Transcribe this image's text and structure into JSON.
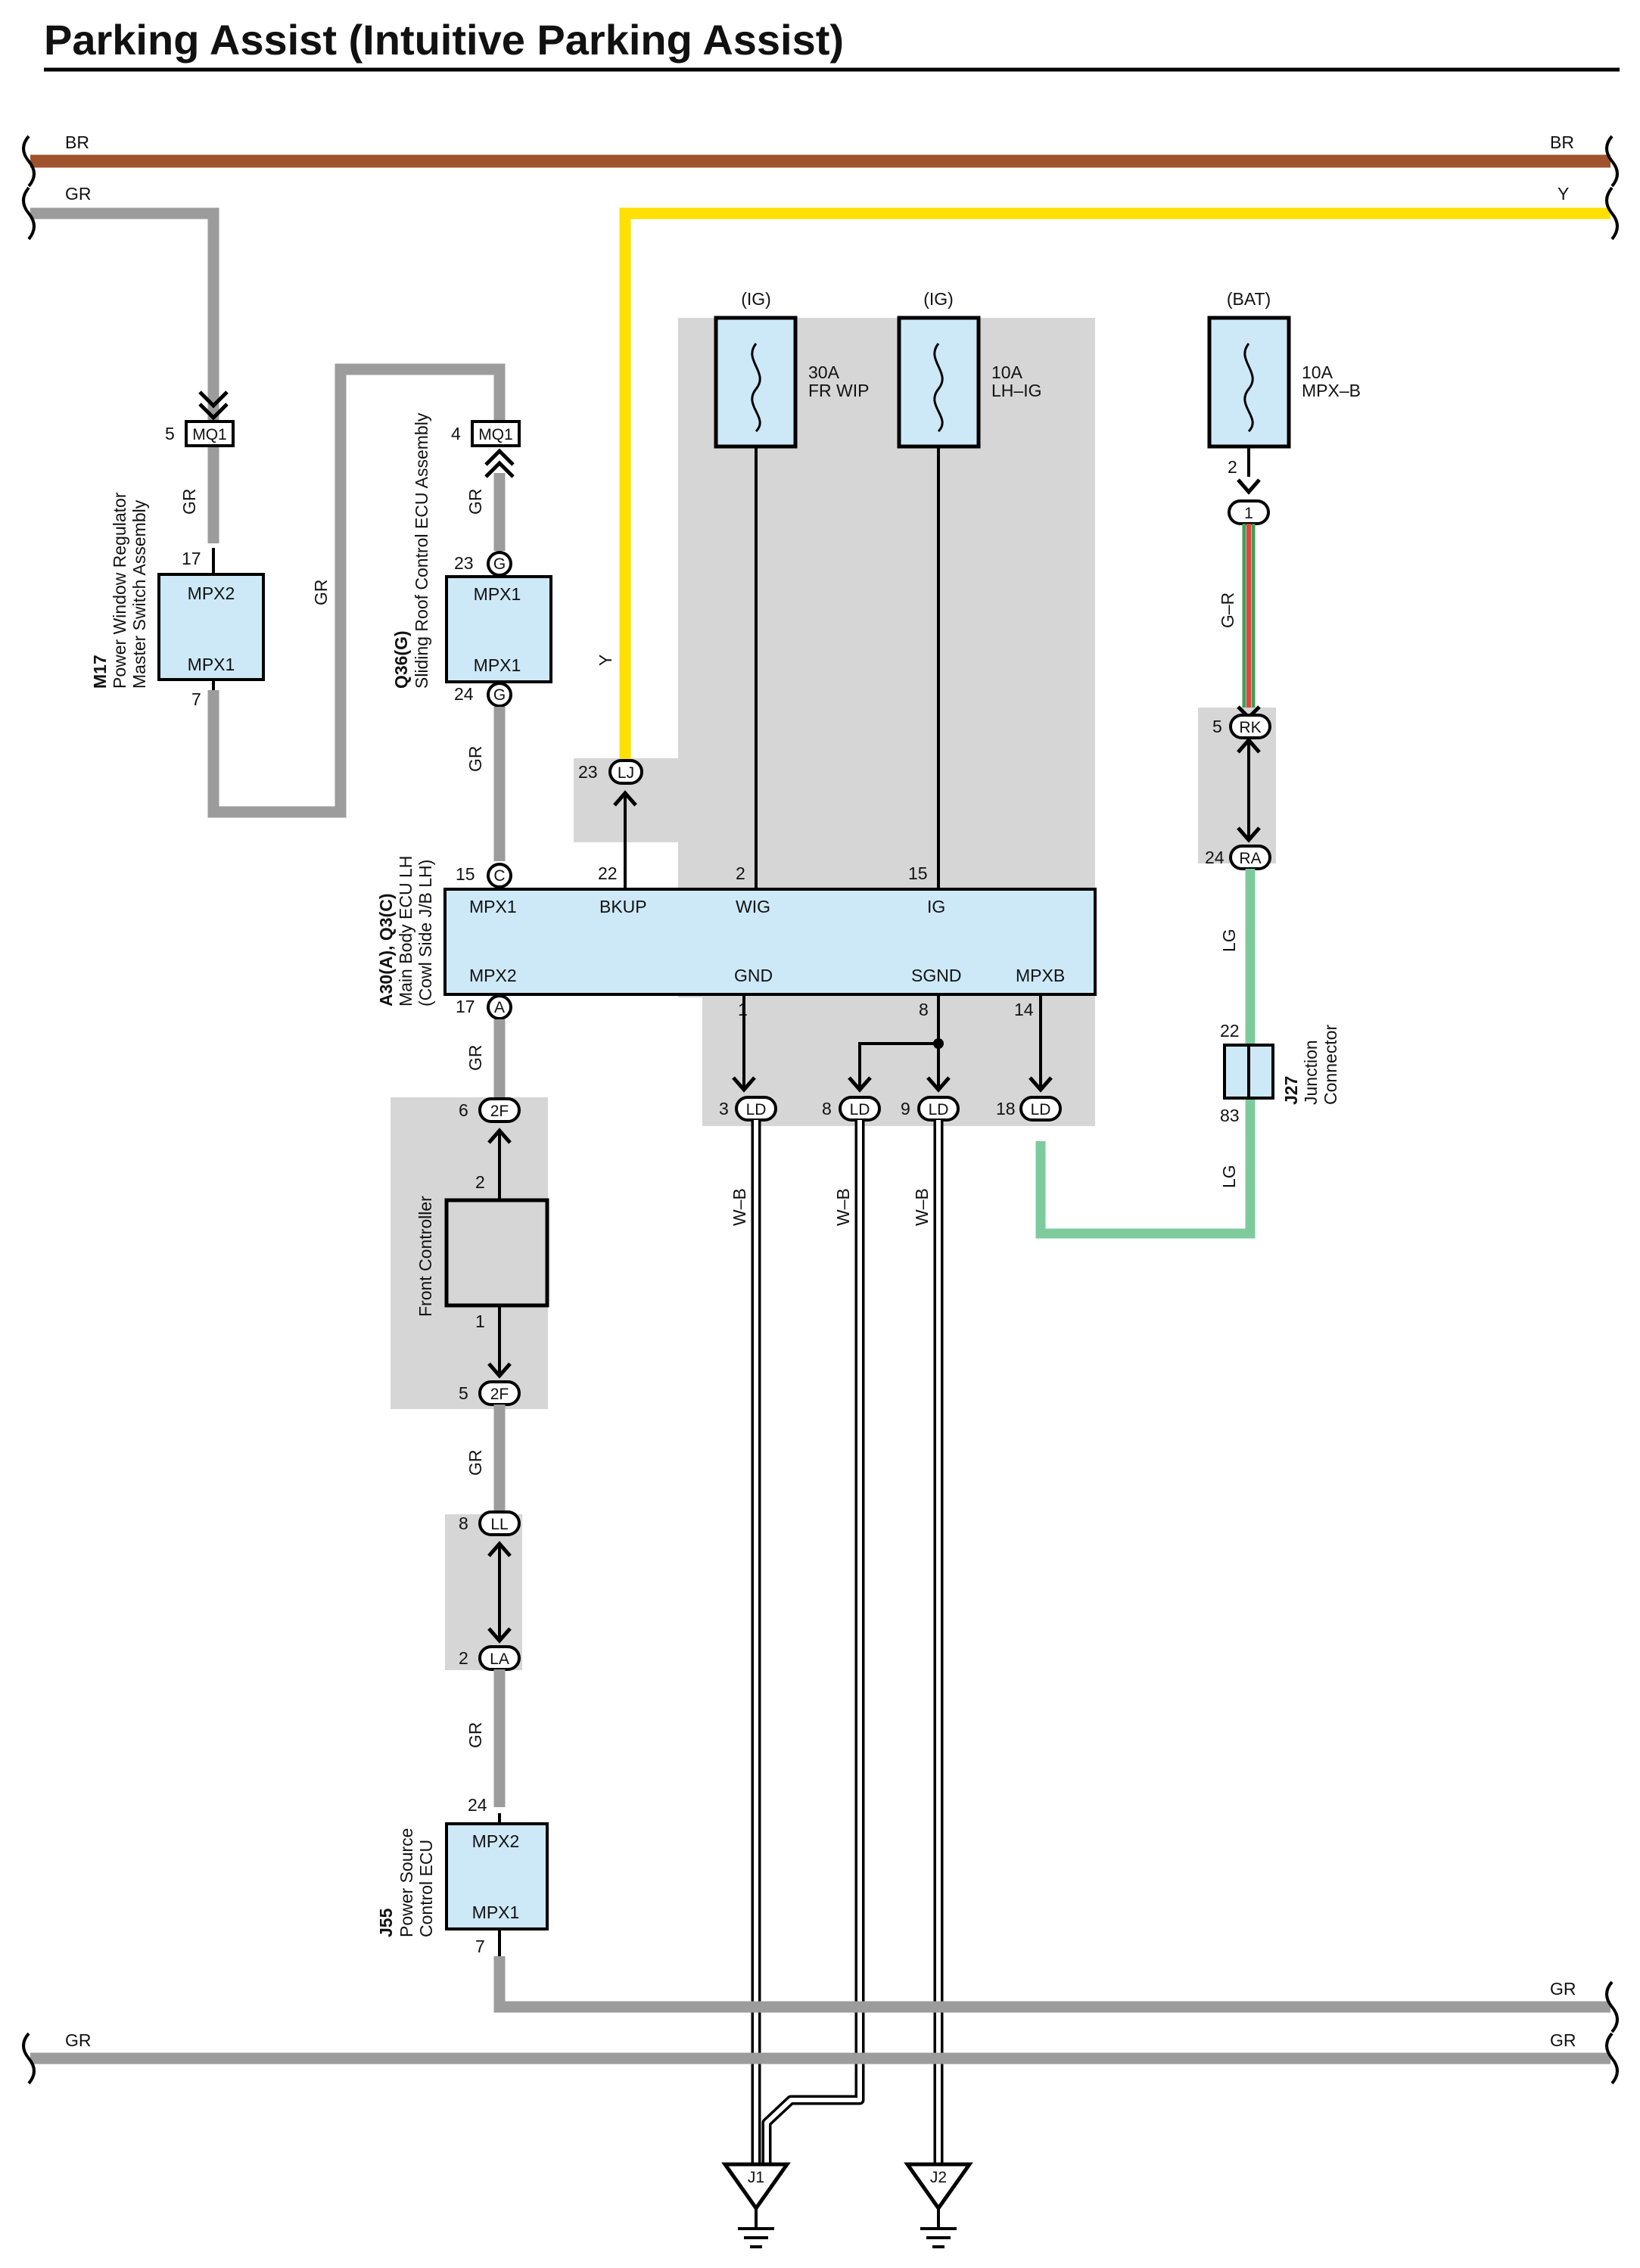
{
  "title": "Parking Assist (Intuitive Parking Assist)",
  "colors": {
    "BR": "#A0522D",
    "Y": "#FFE000",
    "GR": "#9C9C9C",
    "LG": "#7DCB9C",
    "G-R-green": "#3F9E58",
    "G-R-red": "#E0453C",
    "W-B": "#FFFFFF",
    "component_fill": "#CDE9F8",
    "shade": "#D6D6D6"
  },
  "bus": {
    "top_left": "BR",
    "top_right": "BR",
    "gr_left": "GR",
    "y_right": "Y",
    "bottom_gr_right": "GR",
    "bottom_left": "GR",
    "bottom_right": "GR"
  },
  "fuses": [
    {
      "supply": "(IG)",
      "rating": "30A",
      "name": "FR WIP"
    },
    {
      "supply": "(IG)",
      "rating": "10A",
      "name": "LH–IG"
    },
    {
      "supply": "(BAT)",
      "rating": "10A",
      "name": "MPX–B"
    }
  ],
  "m17": {
    "code": "M17",
    "name1": "Power Window Regulator",
    "name2": "Master Switch Assembly",
    "top": "MPX2",
    "bottom": "MPX1",
    "pin_top": "17",
    "pin_bottom": "7",
    "conn_pin": "5",
    "conn": "MQ1"
  },
  "q36": {
    "code": "Q36(G)",
    "name": "Sliding Roof Control ECU Assembly",
    "top": "MPX1",
    "bottom": "MPX1",
    "pin_top": "23",
    "pin_bottom": "24",
    "g": "G",
    "conn_pin": "4",
    "conn": "MQ1"
  },
  "main": {
    "code": "A30(A), Q3(C)",
    "name1": "Main Body ECU LH",
    "name2": "(Cowl Side J/B LH)",
    "top_labels": [
      "MPX1",
      "BKUP",
      "WIG",
      "IG"
    ],
    "bottom_labels": [
      "MPX2",
      "GND",
      "SGND",
      "MPXB"
    ],
    "top_pins": [
      "15",
      "22",
      "2",
      "15"
    ],
    "bottom_pins": [
      "17",
      "1",
      "8",
      "14"
    ],
    "circ_c": "C",
    "circ_a": "A"
  },
  "conns": {
    "lj": {
      "pin": "23",
      "name": "LJ"
    },
    "bat1": {
      "pin": "2",
      "name": "1"
    },
    "rk": {
      "pin": "5",
      "name": "RK"
    },
    "ra": {
      "pin": "24",
      "name": "RA"
    },
    "ld": [
      {
        "pin": "3",
        "name": "LD"
      },
      {
        "pin": "8",
        "name": "LD"
      },
      {
        "pin": "9",
        "name": "LD"
      },
      {
        "pin": "18",
        "name": "LD"
      }
    ],
    "f2_top": {
      "pin": "6",
      "name": "2F"
    },
    "f2_bot": {
      "pin": "5",
      "name": "2F"
    },
    "ll": {
      "pin": "8",
      "name": "LL"
    },
    "la": {
      "pin": "2",
      "name": "LA"
    }
  },
  "j27": {
    "code": "J27",
    "name": "Junction",
    "name2": "Connector",
    "pin_top": "22",
    "pin_bottom": "83"
  },
  "front": {
    "name": "Front Controller",
    "pin_top": "2",
    "pin_bottom": "1"
  },
  "j55": {
    "code": "J55",
    "name1": "Power Source",
    "name2": "Control ECU",
    "top": "MPX2",
    "bottom": "MPX1",
    "pin_top": "24",
    "pin_bottom": "7"
  },
  "wire_labels": {
    "gr": "GR",
    "y": "Y",
    "gr2": "G–R",
    "lg": "LG",
    "wb": "W–B"
  },
  "grounds": [
    "J1",
    "J2"
  ]
}
